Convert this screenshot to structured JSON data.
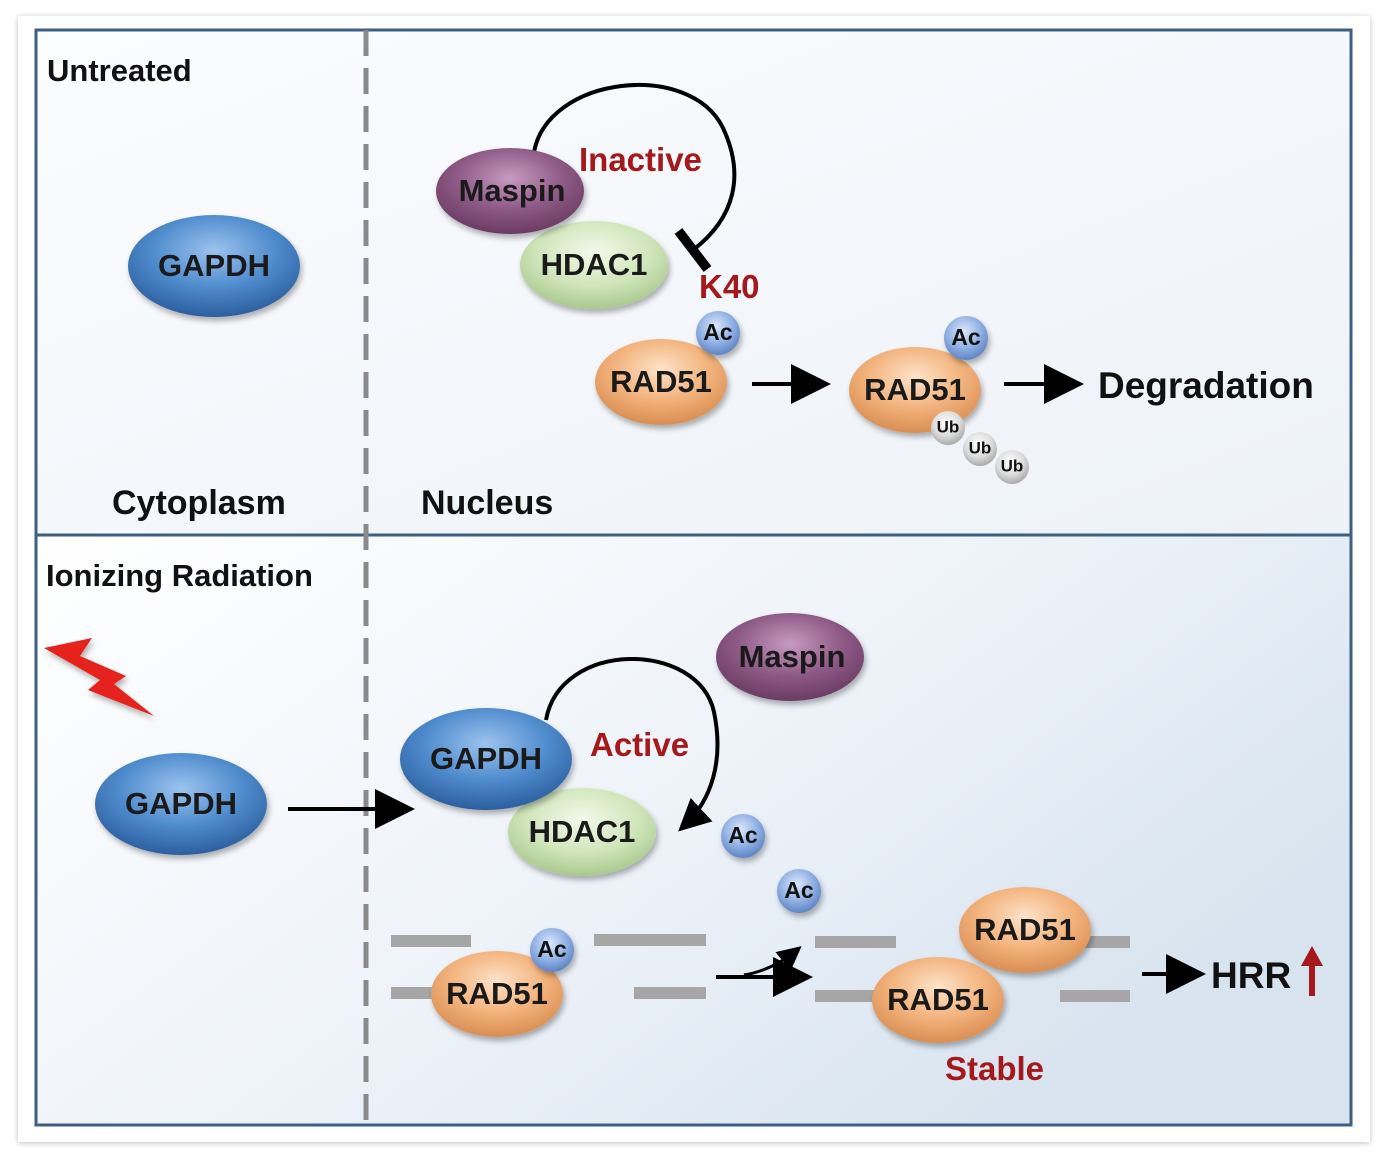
{
  "panels": {
    "untreated": {
      "title": "Untreated",
      "cytoplasm_label": "Cytoplasm",
      "nucleus_label": "Nucleus"
    },
    "radiation": {
      "title": "Ionizing Radiation"
    }
  },
  "proteins": {
    "gapdh": "GAPDH",
    "maspin": "Maspin",
    "hdac1": "HDAC1",
    "rad51": "RAD51",
    "ac": "Ac",
    "ub": "Ub"
  },
  "annotations": {
    "inactive": "Inactive",
    "active": "Active",
    "k40": "K40",
    "degradation": "Degradation",
    "stable": "Stable",
    "hrr": "HRR"
  },
  "colors": {
    "border": "#3d5f86",
    "label_red": "#a3191c",
    "gapdh": "#4a86c8",
    "maspin": "#8e5a86",
    "hdac1": "#c9e2b4",
    "rad51": "#f2b27f",
    "ac": "#8fb0e3",
    "ub": "#d8d8d8",
    "dna": "#a6a6a6",
    "lightning": "#e5221b"
  }
}
